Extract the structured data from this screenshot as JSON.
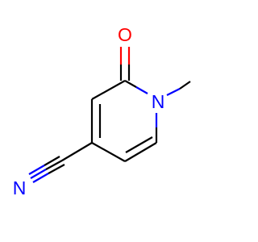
{
  "molecule": {
    "atoms": {
      "oxygen": {
        "symbol": "O"
      },
      "ring_nitrogen": {
        "symbol": "N"
      },
      "nitrile_nitrogen": {
        "symbol": "N"
      }
    },
    "substituent_line_labels": {
      "methyl": ""
    },
    "colors": {
      "oxygen": "#ff0000",
      "nitrogen": "#0000ff",
      "carbon_bond": "#000000"
    }
  }
}
